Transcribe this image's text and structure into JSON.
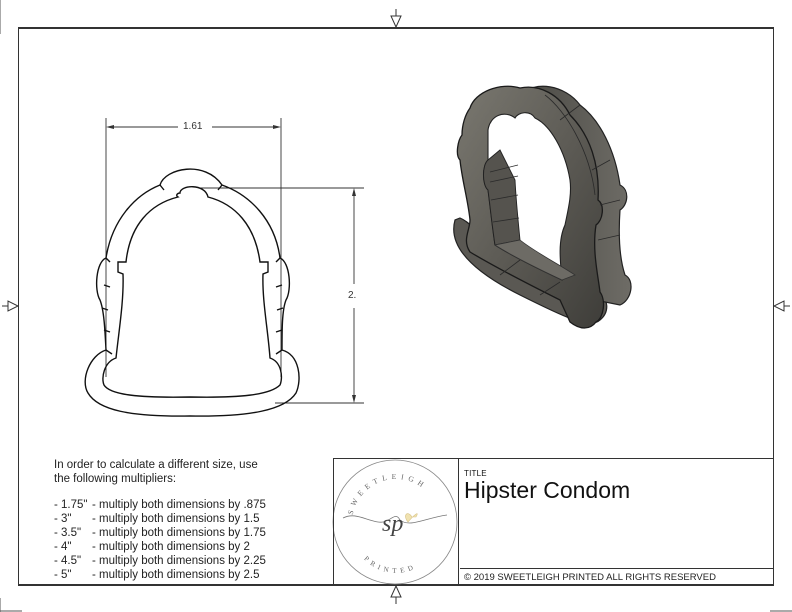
{
  "drawing": {
    "dimensions": {
      "width_label": "1.61",
      "height_label": "2."
    },
    "views": [
      "top-outline-view",
      "isometric-3d-view"
    ]
  },
  "notes": {
    "intro_line1": "In order to calculate a different size, use",
    "intro_line2": "the following multipliers:",
    "multipliers": [
      {
        "size": "- 1.75\"",
        "text": "- multiply both dimensions by .875"
      },
      {
        "size": "- 3\"",
        "text": "- multiply both dimensions by 1.5"
      },
      {
        "size": "- 3.5\"",
        "text": "- multiply both dimensions by 1.75"
      },
      {
        "size": "- 4\"",
        "text": "- multiply both dimensions by 2"
      },
      {
        "size": "- 4.5\"",
        "text": "- multiply both dimensions by 2.25"
      },
      {
        "size": "- 5\"",
        "text": "- multiply both dimensions by 2.5"
      }
    ]
  },
  "title_block": {
    "logo": {
      "top_text": "SWEETLEIGH",
      "monogram": "sp",
      "bottom_text": "PRINTED",
      "accent_color": "#e8d9a8"
    },
    "title_label": "TITLE",
    "title_value": "Hipster Condom",
    "copyright": "© 2019  SWEETLEIGH PRINTED  ALL RIGHTS RESERVED"
  }
}
